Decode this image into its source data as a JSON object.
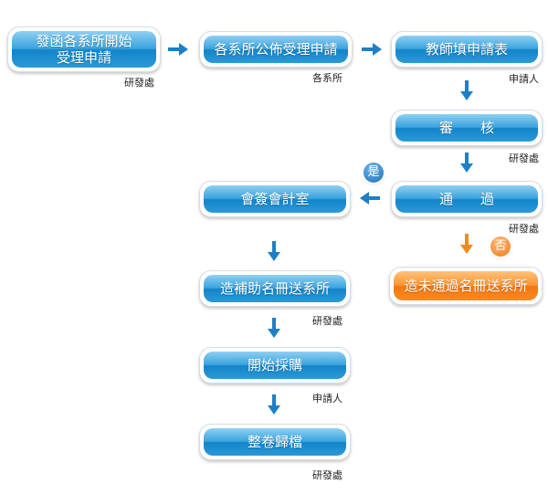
{
  "nodes": {
    "send_notice": "發函各系所開始\n受理申請",
    "dept_announce": "各系所公佈受理申請",
    "teacher_apply": "教師填申請表",
    "review": "審　　核",
    "pass": "通　　過",
    "accounting": "會簽會計室",
    "send_list": "造補助名冊送系所",
    "start_purchase": "開始採購",
    "archive": "整卷歸檔",
    "reject_list": "造未通過名冊送系所"
  },
  "responsible": {
    "send_notice": "研發處",
    "dept_announce": "各系所",
    "teacher_apply": "申請人",
    "review": "研發處",
    "pass": "研發處",
    "send_list": "研發處",
    "start_purchase": "申請人",
    "archive": "研發處"
  },
  "badges": {
    "yes": "是",
    "no": "否"
  },
  "colors": {
    "flow_arrow": "#1e7fc6",
    "reject_arrow": "#f08a1c",
    "node_blue": "#2a9ad7",
    "node_orange": "#f98a25"
  }
}
